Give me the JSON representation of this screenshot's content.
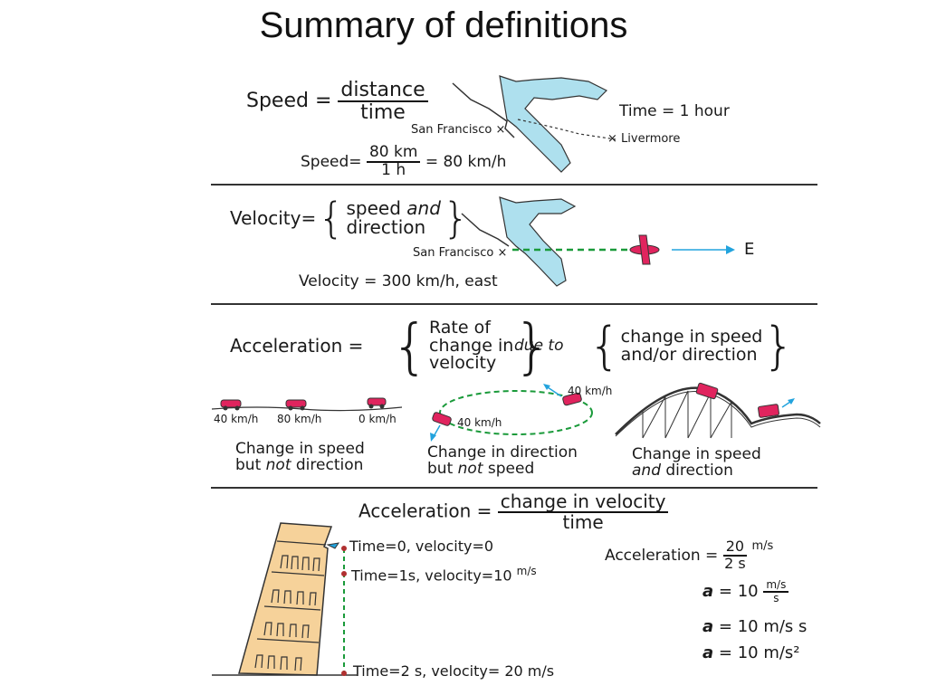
{
  "title": "Summary of definitions",
  "speed": {
    "label": "Speed",
    "num": "distance",
    "den": "time",
    "time_note": "Time = 1 hour",
    "city1": "San Francisco",
    "city2": "Livermore",
    "calc_label": "Speed",
    "calc_num": "80 km",
    "calc_den": "1 h",
    "calc_result": "= 80 km/h"
  },
  "velocity": {
    "label": "Velocity",
    "line1_a": "speed",
    "line1_b": "and",
    "line2": "direction",
    "city": "San Francisco",
    "dir": "E",
    "result": "Velocity = 300 km/h, east"
  },
  "acceleration": {
    "label": "Acceleration",
    "rate1": "Rate of",
    "rate2": "change in",
    "rate3": "velocity",
    "due": "due to",
    "cause1": "change in speed",
    "cause2": "and/or direction",
    "s1": [
      "40 km/h",
      "80 km/h",
      "0 km/h"
    ],
    "c1_line1": "Change in speed",
    "c1_line2a": "but",
    "c1_line2b": "not",
    "c1_line2c": "direction",
    "s2a": "40 km/h",
    "s2b": "40 km/h",
    "c2_line1": "Change in direction",
    "c2_line2a": "but",
    "c2_line2b": "not",
    "c2_line2c": "speed",
    "c3_line1": "Change in speed",
    "c3_line2a": "and",
    "c3_line2b": "direction"
  },
  "accel_def": {
    "label": "Acceleration",
    "num": "change in velocity",
    "den": "time",
    "t0": "Time=0, velocity=0",
    "t1a": "Time=1s, velocity=10",
    "t1b": "m/s",
    "t2": "Time=2 s, velocity= 20 m/s",
    "calc_label": "Acceleration",
    "calc_num": "20",
    "calc_den": "2 s",
    "calc_unit": "m/s",
    "a": "a",
    "eq1_val": "= 10",
    "eq1_num": "m/s",
    "eq1_den": "s",
    "eq2": "= 10 m/s s",
    "eq3": "= 10 m/s²"
  },
  "colors": {
    "water": "#aee0ee",
    "path": "#1a9a3a",
    "arrow": "#22a3dd",
    "car": "#e0245e",
    "tower": "#f6d29a"
  }
}
